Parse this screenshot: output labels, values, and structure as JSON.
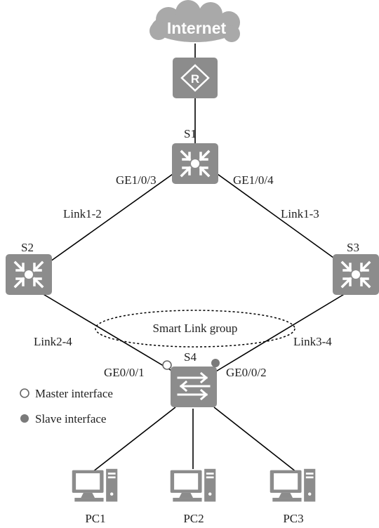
{
  "internet": {
    "label": "Internet",
    "icon": "cloud-icon"
  },
  "router": {
    "icon": "router-icon",
    "glyph": "R"
  },
  "devices": {
    "s1": "S1",
    "s2": "S2",
    "s3": "S3",
    "s4": "S4"
  },
  "interfaces": {
    "s1_left": "GE1/0/3",
    "s1_right": "GE1/0/4",
    "s4_left": "GE0/0/1",
    "s4_right": "GE0/0/2"
  },
  "links": {
    "l12": "Link1-2",
    "l13": "Link1-3",
    "l24": "Link2-4",
    "l34": "Link3-4"
  },
  "group_label": "Smart Link group",
  "legend": {
    "master": "Master interface",
    "slave": "Slave interface"
  },
  "pcs": [
    "PC1",
    "PC2",
    "PC3"
  ],
  "colors": {
    "device": "#8c8c8c",
    "device_dark": "#7a7a7a",
    "cloud": "#a9a9a9",
    "line": "#000000",
    "text": "#222222"
  }
}
